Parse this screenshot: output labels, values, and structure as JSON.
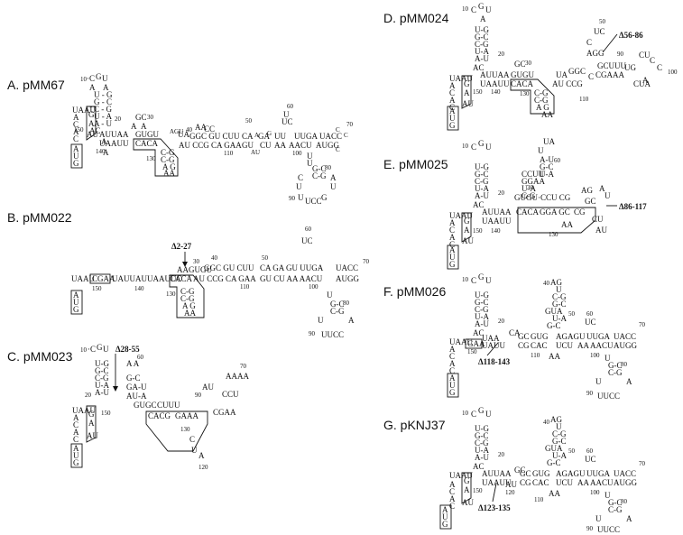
{
  "panels": [
    {
      "id": "A",
      "label": "A. pMM67",
      "deletion": ""
    },
    {
      "id": "B",
      "label": "B. pMM022",
      "deletion": "Δ2-27"
    },
    {
      "id": "C",
      "label": "C. pMM023",
      "deletion": "Δ28-55"
    },
    {
      "id": "D",
      "label": "D. pMM024",
      "deletion": "Δ56-86"
    },
    {
      "id": "E",
      "label": "E. pMM025",
      "deletion": "Δ86-117"
    },
    {
      "id": "F",
      "label": "F. pMM026",
      "deletion": "Δ118-143"
    },
    {
      "id": "G",
      "label": "G. pKNJ37",
      "deletion": "Δ123-135"
    }
  ],
  "start_codon": "AUG",
  "left_stem_5p": [
    "C",
    "A",
    "C",
    "A",
    "C",
    "A"
  ],
  "seq_fragments": {
    "hairpin10": [
      "U",
      "G",
      "C",
      "A",
      "G",
      "C",
      "U",
      "A",
      "U",
      "A",
      "U",
      "A",
      "G",
      "C",
      "C",
      "G"
    ],
    "loop_top": "CGU",
    "stemA_top": "GUGU",
    "stemA_bot": "CACA",
    "boxed_loop": [
      "C",
      "G",
      "C",
      "G",
      "A",
      "A"
    ],
    "mid_top": "UAUUAA",
    "mid_bot": "UAAUU",
    "arm1_top": "GGC GU CUU",
    "arm1_bot": "AU CCG CA GAA",
    "arm2_top": "CA GA GU UUGA",
    "arm2_bot": "GU CU AA AACU",
    "end_top": "UACC",
    "end_bot": "AUGG",
    "loop80": [
      "U",
      "G",
      "C",
      "C",
      "G",
      "G",
      "C",
      "A",
      "U",
      "U",
      "C",
      "C",
      "U",
      "U",
      "G",
      "A"
    ],
    "b_linear": "UAAUCGAAUAUUAUUAAUUC",
    "b_top": "AAGUGU",
    "c_loop": "CACG GAAA",
    "c_top": "GUGC CUUU",
    "c_end": "CGAA",
    "e_top": "GUGU CCU CG",
    "e_bot": "CACA GGA GC CG",
    "e_stem": [
      "U",
      "A",
      "G",
      "C",
      "U",
      "U",
      "A",
      "C",
      "G",
      "G",
      "A",
      "A",
      "U"
    ],
    "f_top": "AGAGU UUGA",
    "f_bot": "UCU AA AACU",
    "f_stem": [
      "A",
      "G",
      "C",
      "U",
      "U",
      "A",
      "U",
      "G",
      "C",
      "U"
    ]
  },
  "numbers": {
    "n10": "10",
    "n20": "20",
    "n30": "30",
    "n40": "40",
    "n50": "50",
    "n60": "60",
    "n70": "70",
    "n80": "80",
    "n90": "90",
    "n100": "100",
    "n110": "110",
    "n120": "120",
    "n130": "130",
    "n140": "140",
    "n150": "150"
  }
}
